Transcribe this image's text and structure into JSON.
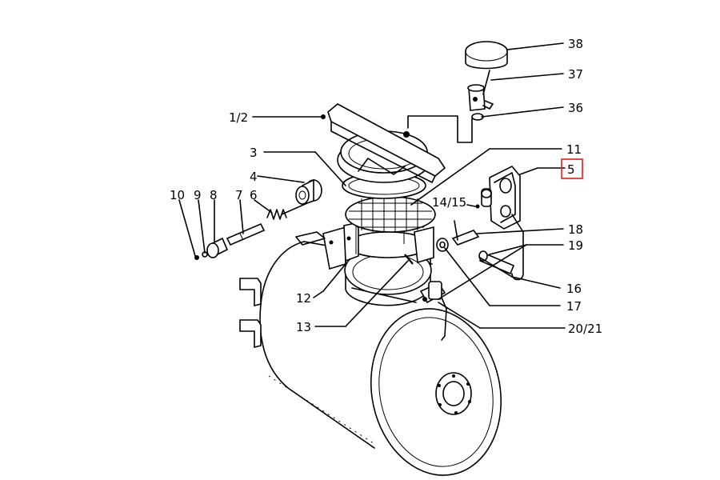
{
  "diagram": {
    "labels": [
      {
        "id": "p38",
        "text": "38"
      },
      {
        "id": "p37",
        "text": "37"
      },
      {
        "id": "p36",
        "text": "36"
      },
      {
        "id": "p1_2",
        "text": "1/2"
      },
      {
        "id": "p11",
        "text": "11"
      },
      {
        "id": "p3",
        "text": "3"
      },
      {
        "id": "p5",
        "text": "5"
      },
      {
        "id": "p4",
        "text": "4"
      },
      {
        "id": "p10",
        "text": "10"
      },
      {
        "id": "p9",
        "text": "9"
      },
      {
        "id": "p8",
        "text": "8"
      },
      {
        "id": "p7",
        "text": "7"
      },
      {
        "id": "p6",
        "text": "6"
      },
      {
        "id": "p14_15",
        "text": "14/15"
      },
      {
        "id": "p18",
        "text": "18"
      },
      {
        "id": "p19",
        "text": "19"
      },
      {
        "id": "p12",
        "text": "12"
      },
      {
        "id": "p16",
        "text": "16"
      },
      {
        "id": "p17",
        "text": "17"
      },
      {
        "id": "p13",
        "text": "13"
      },
      {
        "id": "p20_21",
        "text": "20/21"
      }
    ],
    "highlight": {
      "label_id": "p5",
      "color": "#e0201c"
    },
    "line_color": "#000000",
    "background": "#ffffff"
  }
}
